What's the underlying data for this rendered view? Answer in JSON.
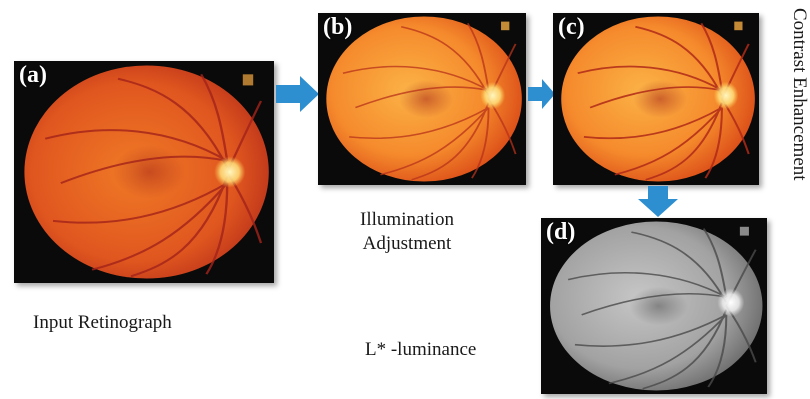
{
  "panels": {
    "a": {
      "label": "(a)"
    },
    "b": {
      "label": "(b)"
    },
    "c": {
      "label": "(c)"
    },
    "d": {
      "label": "(d)"
    }
  },
  "captions": {
    "input": "Input Retinograph",
    "illumination_line1": "Illumination",
    "illumination_line2": "Adjustment",
    "luminance": "L* -luminance",
    "contrast": "Contrast Enhancement"
  },
  "colors": {
    "arrow": "#2e8fd0",
    "retina_a_center": "#f07a26",
    "retina_a_edge": "#c8371a",
    "retina_bc_center": "#f9a33a",
    "retina_bc_edge": "#e25a1a",
    "retina_gray_center": "#bdbdbd",
    "retina_gray_edge": "#777777"
  }
}
